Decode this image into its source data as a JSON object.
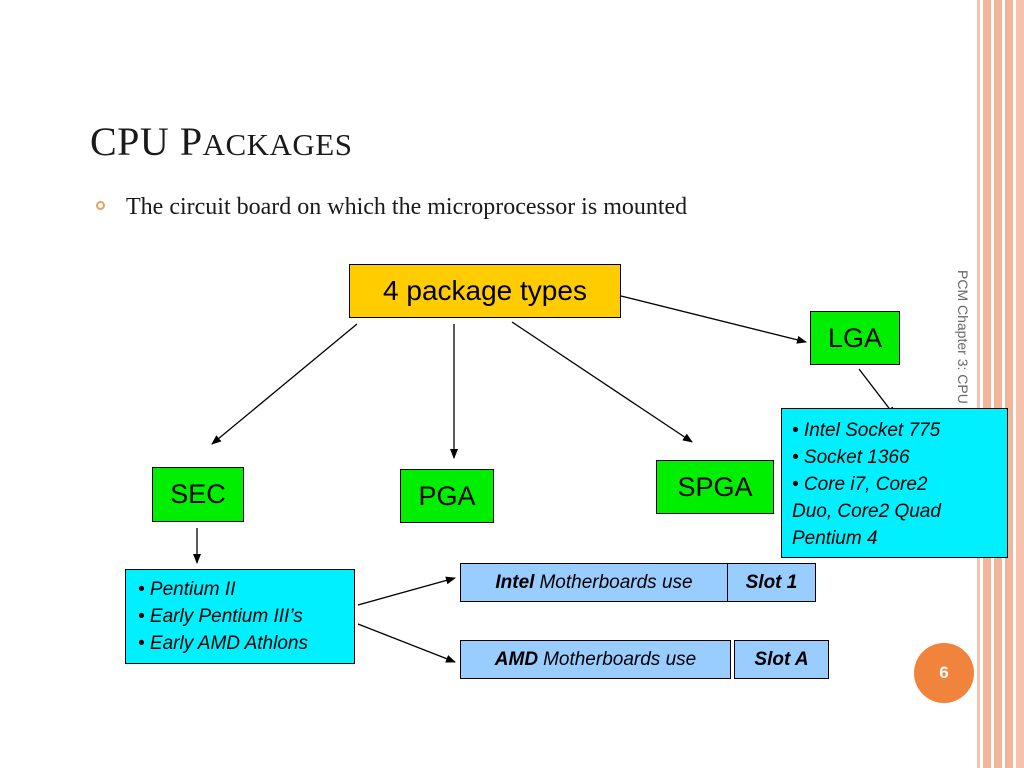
{
  "slide": {
    "title_first": "CPU P",
    "title_rest": "ACKAGES",
    "bullet": "The circuit board on which the microprocessor is mounted",
    "vertical_text": "PCM Chapter 3: CPU",
    "page_number": "6"
  },
  "diagram": {
    "root": "4 package types",
    "types": [
      "SEC",
      "PGA",
      "SPGA",
      "LGA"
    ],
    "lga_list": [
      "• Intel Socket 775",
      "• Socket 1366",
      "• Core i7, Core2",
      "Duo, Core2 Quad",
      "Pentium 4"
    ],
    "sec_list": [
      "• Pentium II",
      "• Early Pentium III’s",
      "• Early AMD Athlons"
    ],
    "intel_brand": "Intel",
    "intel_text": "Motherboards use",
    "intel_slot": "Slot 1",
    "amd_brand": "AMD",
    "amd_text": "Motherboards use",
    "amd_slot": "Slot A"
  },
  "colors": {
    "accent": "#f0843c",
    "stripe": "#f4b49a",
    "type_box": "#00ee00",
    "list_box": "#00f0ff",
    "slot_box": "#99ccff",
    "root_box": "#ffcc00"
  }
}
